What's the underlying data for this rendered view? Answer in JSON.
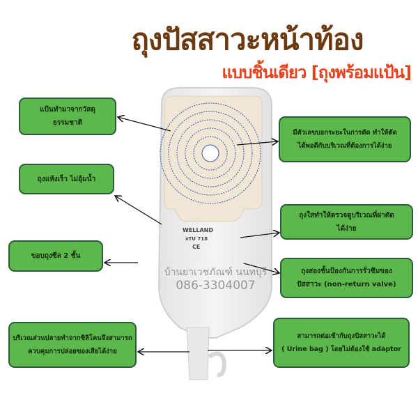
{
  "header": {
    "title": "ถุงปัสสาวะหน้าท้อง",
    "subtitle": "แบบชิ้นเดียว [ถุงพร้อมแป้น]"
  },
  "callouts": [
    {
      "line1": "แป้นทำมาจากวัสดุ",
      "line2": "ธรรมชาติ"
    },
    {
      "line1": "ถุงแห้งเร็ว ไม่อุ้มน้ำ",
      "line2": ""
    },
    {
      "line1": "ขอบถุงซีล 2 ชั้น",
      "line2": ""
    },
    {
      "line1": "มีตัวเลขบอกระยะในการตัด ทำให้ตัด",
      "line2": "ได้พอดีกับบริเวณที่ต้องการได้ง่าย"
    },
    {
      "line1": "ถุงใสทำให้ตรวจดูบริเวณที่ผ่าตัด",
      "line2": "ได้ง่าย"
    },
    {
      "line1": "ถุงสองชั้นป้องกันการรั่วซึมของ",
      "line2": "ปัสสาวะ (non-return valve)"
    },
    {
      "line1": "บริเวณส่วนปลายทำจากซิลิโคนจึงสามารถ",
      "line2": "ควบคุมการปล่อยของเสียได้ง่าย"
    },
    {
      "line1": "สามารถต่อเข้ากับถุงปัสสาวะได้",
      "line2": "( Urine bag ) โดยไม่ต้องใช้ adaptor"
    }
  ],
  "product": {
    "brand": "WELLAND",
    "code": "xTU 718",
    "mark": "CE"
  },
  "watermark": {
    "shop": "บ้านยาเวชภัณฑ์ นนทบุรี",
    "phone": "086-3304007"
  },
  "colors": {
    "title": "#6b3a10",
    "subtitle": "#e5411b",
    "box": "#5cb84a",
    "box_border": "#2d5a3c"
  }
}
